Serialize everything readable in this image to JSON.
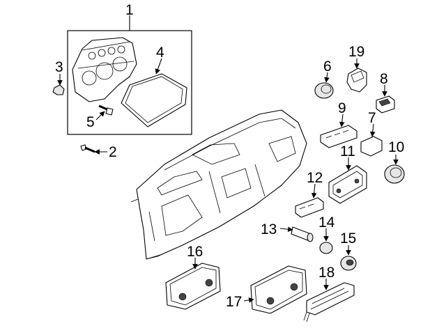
{
  "callouts": [
    {
      "id": "c1",
      "label": "1"
    },
    {
      "id": "c2",
      "label": "2"
    },
    {
      "id": "c3",
      "label": "3"
    },
    {
      "id": "c4",
      "label": "4"
    },
    {
      "id": "c5",
      "label": "5"
    },
    {
      "id": "c6",
      "label": "6"
    },
    {
      "id": "c7",
      "label": "7"
    },
    {
      "id": "c8",
      "label": "8"
    },
    {
      "id": "c9",
      "label": "9"
    },
    {
      "id": "c10",
      "label": "10"
    },
    {
      "id": "c11",
      "label": "11"
    },
    {
      "id": "c12",
      "label": "12"
    },
    {
      "id": "c13",
      "label": "13"
    },
    {
      "id": "c14",
      "label": "14"
    },
    {
      "id": "c15",
      "label": "15"
    },
    {
      "id": "c16",
      "label": "16"
    },
    {
      "id": "c17",
      "label": "17"
    },
    {
      "id": "c18",
      "label": "18"
    },
    {
      "id": "c19",
      "label": "19"
    }
  ],
  "colors": {
    "line": "#000000",
    "background": "#ffffff",
    "shade": "#e6e6e6"
  }
}
